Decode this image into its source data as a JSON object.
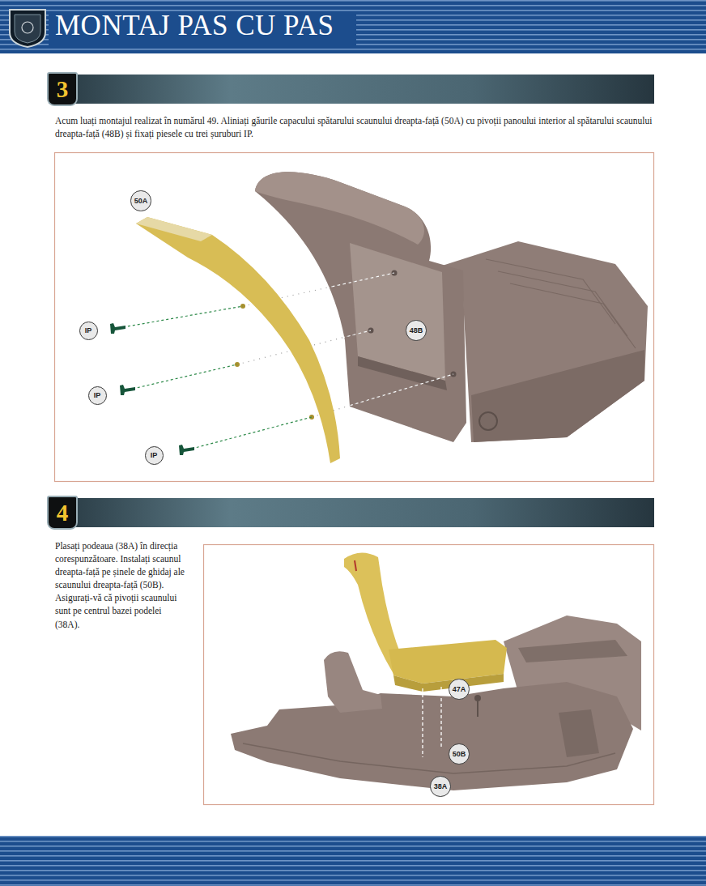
{
  "diagram": {
    "title": "MONTAJ PAS CU PAS",
    "nodes": [
      {
        "text": [
          "3"
        ]
      },
      {
        "text": [
          "50A"
        ]
      },
      {
        "text": [
          "IP"
        ]
      },
      {
        "text": [
          "48B"
        ]
      },
      {
        "text": [
          "IP"
        ]
      },
      {
        "text": [
          "IP"
        ]
      },
      {
        "text": [
          "4"
        ]
      },
      {
        "text": [
          "47A"
        ]
      },
      {
        "text": [
          "50B"
        ]
      },
      {
        "text": [
          "38A"
        ]
      }
    ],
    "labels": [
      "Acum luați montajul realizat în numărul 49. Aliniați găurile capacului spătarului scaunului dreapta-față (50A) cu pivoții panoului interior al spătarului scaunului dreapta-față (48B) și fixați piesele cu trei șuruburi IP.",
      "Plasați podeaua (38A) în direcția corespunzătoare. Instalați scaunul dreapta-față pe șinele de ghidaj ale scaunului dreapta-față (50B). Asigurați-vă că pivoții scaunului sunt pe centrul bazei podelei (38A)."
    ]
  }
}
